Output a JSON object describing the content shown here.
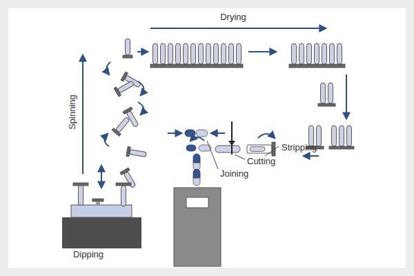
{
  "diagram": {
    "labels": [
      "Drying",
      "Spinning",
      "Stripping",
      "Cutting",
      "Joining",
      "Dipping"
    ]
  }
}
